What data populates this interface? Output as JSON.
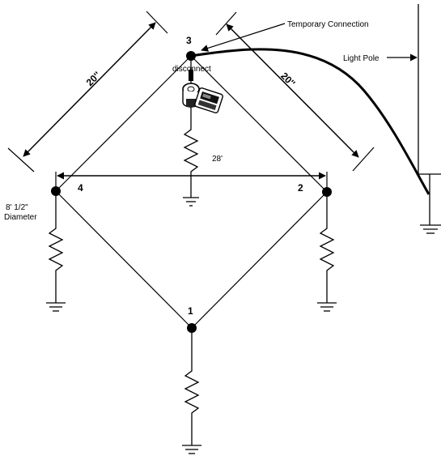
{
  "nodes": {
    "node1": "1",
    "node2": "2",
    "node3": "3",
    "node4": "4"
  },
  "labels": {
    "temporary_connection": "Temporary Connection",
    "light_pole": "Light Pole",
    "disconnect": "disconnect",
    "spacing_28": "28'",
    "diameter_line1": "8' 1/2\"",
    "diameter_line2": "Diameter",
    "dimension_left": "20''",
    "dimension_right": "20''"
  }
}
